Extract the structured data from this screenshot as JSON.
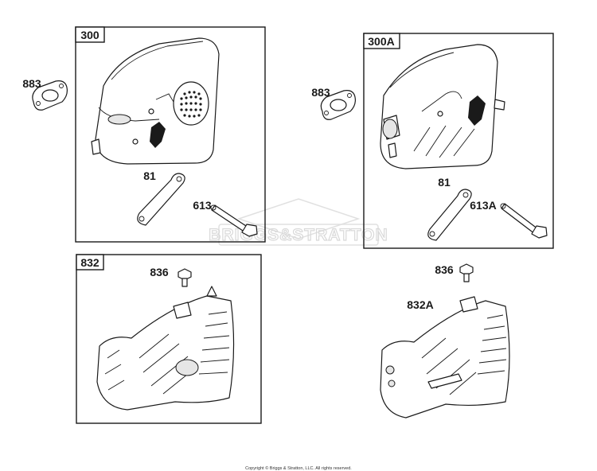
{
  "watermark": "BRIGGS&STRATTON",
  "copyright": "Copyright © Briggs & Stratton, LLC. All rights reserved.",
  "panels": {
    "box_300": "300",
    "box_300A": "300A",
    "box_832": "832",
    "box_832A": "832A"
  },
  "callouts": {
    "gasket_left": "883",
    "gasket_right": "883",
    "plate_left": "81",
    "plate_right": "81",
    "screw_left": "613",
    "screw_right": "613A",
    "bolt_left": "836",
    "bolt_right": "836"
  }
}
